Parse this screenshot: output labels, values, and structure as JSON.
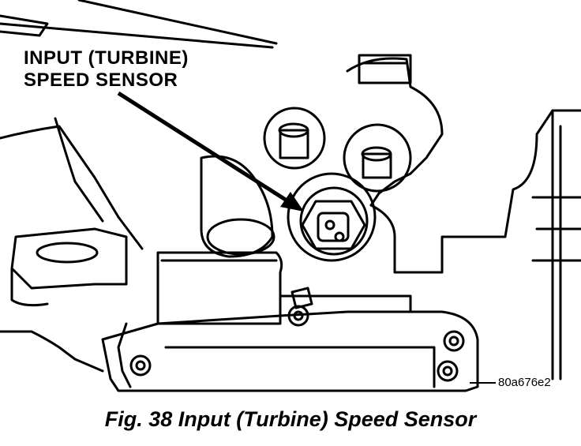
{
  "callout": {
    "line1": "INPUT (TURBINE)",
    "line2": "SPEED SENSOR"
  },
  "reference_code": "80a676e2",
  "caption": "Fig. 38 Input (Turbine) Speed Sensor"
}
